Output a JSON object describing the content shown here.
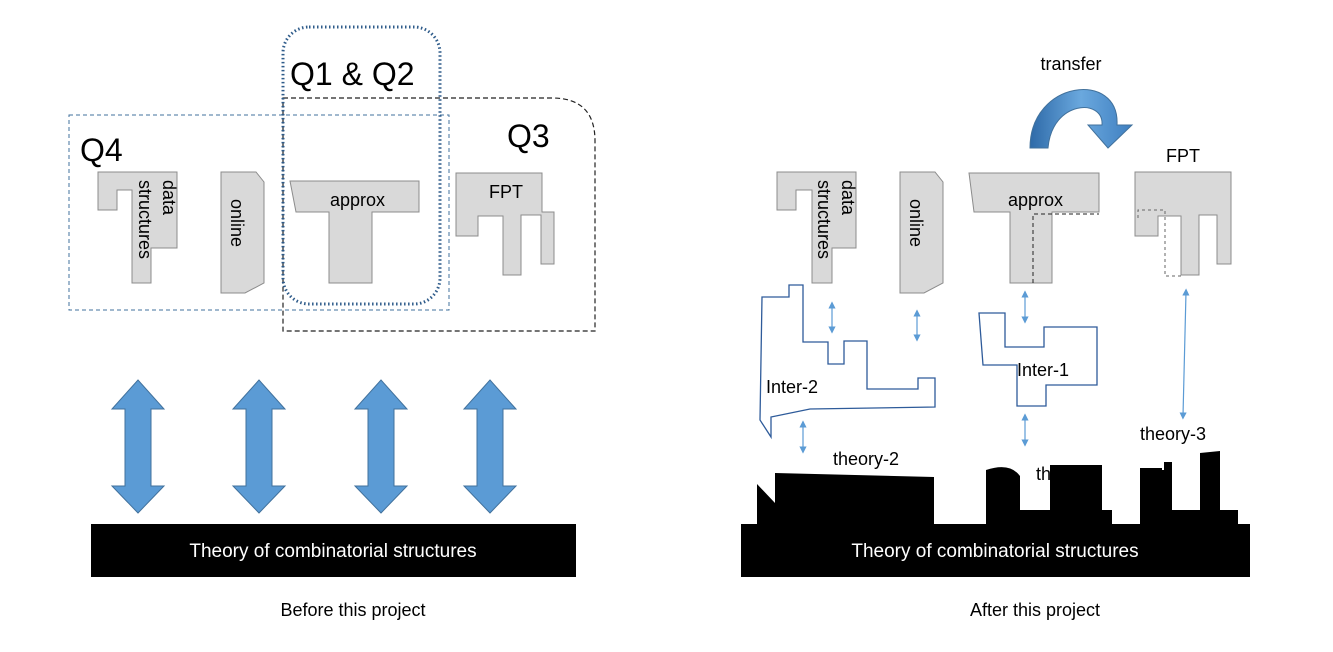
{
  "before": {
    "q4_label": "Q4",
    "q12_label": "Q1 & Q2",
    "q3_label": "Q3",
    "fields": {
      "data_structures": [
        "data",
        "structures"
      ],
      "online": "online",
      "approx": "approx",
      "fpt": "FPT"
    },
    "foundation": "Theory of combinatorial structures",
    "caption": "Before this project"
  },
  "after": {
    "transfer_label": "transfer",
    "fields": {
      "data_structures": [
        "data",
        "structures"
      ],
      "online": "online",
      "approx": "approx",
      "fpt": "FPT"
    },
    "intermediate": {
      "inter1": "Inter-1",
      "inter2": "Inter-2"
    },
    "theories": {
      "theory1": "theory-1",
      "theory2": "theory-2",
      "theory3": "theory-3"
    },
    "foundation": "Theory of combinatorial structures",
    "caption": "After this project"
  },
  "colors": {
    "field_fill": "#d9d9d9",
    "arrow_blue": "#5b9bd5",
    "foundation_fill": "#000000",
    "inter_outline": "#2e5b9a"
  }
}
